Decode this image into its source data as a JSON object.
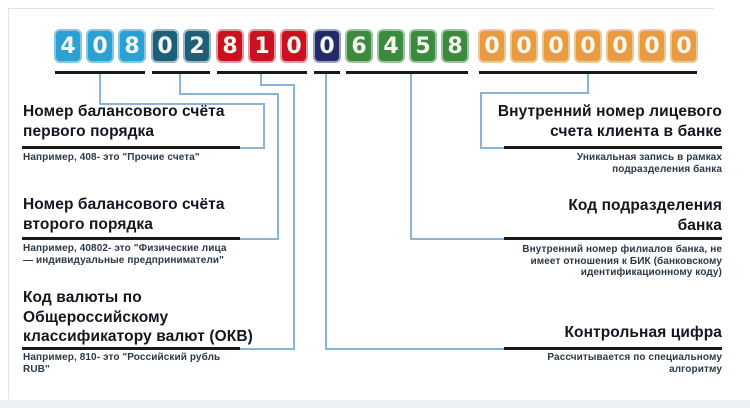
{
  "account_number": "40802810064580000000",
  "colors": {
    "first_order": "#2aa0d4",
    "second_order": "#1d5f78",
    "currency": "#cb1120",
    "control": "#232a68",
    "branch": "#3b8a3d",
    "personal": "#e89b41",
    "connector": "#8ab5d8",
    "underline": "#191919"
  },
  "digit_groups": [
    {
      "name": "first-order-balance-account",
      "digits": [
        "4",
        "0",
        "8"
      ]
    },
    {
      "name": "second-order-balance-account",
      "digits": [
        "0",
        "2"
      ]
    },
    {
      "name": "currency-code",
      "digits": [
        "8",
        "1",
        "0"
      ]
    },
    {
      "name": "control-digit",
      "digits": [
        "0"
      ]
    },
    {
      "name": "bank-branch-code",
      "digits": [
        "6",
        "4",
        "5",
        "8"
      ]
    },
    {
      "name": "personal-account-number",
      "digits": [
        "0",
        "0",
        "0",
        "0",
        "0",
        "0",
        "0"
      ]
    }
  ],
  "annotations": {
    "left": [
      {
        "title": [
          "Номер балансового счёта",
          "первого порядка"
        ],
        "note": [
          "Например, 408-  это \"Прочие счета\""
        ]
      },
      {
        "title": [
          "Номер балансового счёта",
          "второго порядка"
        ],
        "note": [
          "Например, 40802-  это \"Физические лица",
          "— индивидуальные предприниматели\""
        ]
      },
      {
        "title": [
          "Код валюты по",
          "Общероссийскому",
          "классификатору валют (ОКВ)"
        ],
        "note": [
          "Например, 810-  это \"Российский рубль",
          "RUB\""
        ]
      }
    ],
    "right": [
      {
        "title": [
          "Внутренний номер лицевого",
          "счета клиента в банке"
        ],
        "note": [
          "Уникальная запись в рамках",
          "подразделения банка"
        ]
      },
      {
        "title": [
          "Код подразделения",
          "банка"
        ],
        "note": [
          "Внутренний номер филиалов банка, не",
          "имеет отношения к БИК (банковскому",
          "идентификационному коду)"
        ]
      },
      {
        "title": [
          "Контрольная цифра"
        ],
        "note": [
          "Рассчитывается по специальному",
          "алгоритму"
        ]
      }
    ]
  }
}
